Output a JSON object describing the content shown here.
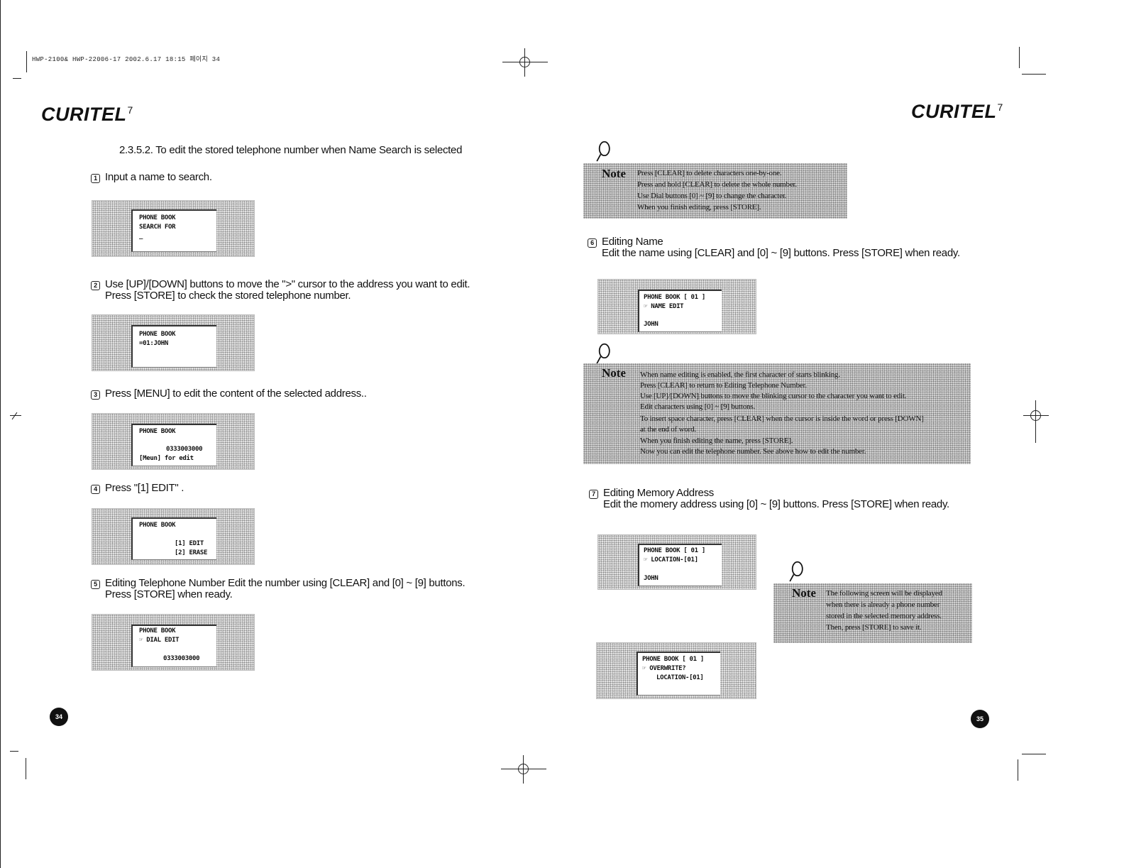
{
  "slug": "HWP-2100& HWP-22006-17  2002.6.17 18:15 페이지 34",
  "brand": {
    "name": "CURITEL",
    "mark": "7"
  },
  "left_page": {
    "heading": "2.3.5.2. To edit the stored telephone number when Name Search  is selected",
    "steps": [
      {
        "num": "1",
        "text": "Input a name to search."
      },
      {
        "num": "2",
        "text": "Use [UP]/[DOWN] buttons to move the \">\" cursor to the address you want to edit.",
        "text2": "Press [STORE] to check the stored telephone number."
      },
      {
        "num": "3",
        "text": "Press [MENU] to edit the content of the selected address.."
      },
      {
        "num": "4",
        "text": "Press \"[1] EDIT\" ."
      },
      {
        "num": "5",
        "text": "Editing Telephone Number Edit the number using [CLEAR] and [0] ~ [9] buttons.",
        "text2": "Press [STORE] when ready."
      }
    ],
    "screens": [
      {
        "lines": [
          "PHONE BOOK",
          "SEARCH FOR",
          "_"
        ]
      },
      {
        "lines": [
          "PHONE BOOK",
          "=01:JOHN"
        ]
      },
      {
        "lines": [
          "PHONE BOOK",
          "0333003000",
          "[Meun] for edit"
        ]
      },
      {
        "lines": [
          "PHONE BOOK",
          "[1] EDIT",
          "[2] ERASE"
        ]
      },
      {
        "lines": [
          "PHONE BOOK",
          "☞ DIAL EDIT",
          "0333003000"
        ]
      }
    ],
    "page_number": "34"
  },
  "right_page": {
    "note1": {
      "title": "Note",
      "lines": [
        "Press [CLEAR] to delete characters one-by-one.",
        "Press and hold [CLEAR] to delete the whole number.",
        "Use Dial buttons [0] ~ [9] to change the character.",
        "When you finish editing, press [STORE]."
      ]
    },
    "step6": {
      "num": "6",
      "text": "Editing Name",
      "text2": "Edit the name using [CLEAR] and [0] ~ [9] buttons. Press [STORE] when ready."
    },
    "screen6": {
      "lines": [
        "PHONE BOOK [ 01 ]",
        "☞ NAME EDIT",
        "JOHN"
      ]
    },
    "note2": {
      "title": "Note",
      "lines": [
        "When name editing is enabled, the first character of starts blinking.",
        "Press [CLEAR] to return to Editing Telephone Number.",
        "Use [UP]/[DOWN] buttons to move the blinking cursor to the character you want to edit.",
        "Edit characters using [0] ~ [9] buttons.",
        "To insert space character, press [CLEAR] when the cursor is inside the word or press [DOWN]",
        "at the end of word.",
        "When you finish editing the name, press [STORE].",
        "Now you can edit the telephone number. See above how to edit the number."
      ]
    },
    "step7": {
      "num": "7",
      "text": "Editing Memory Address",
      "text2": "Edit the momery address using [0] ~ [9] buttons. Press [STORE] when ready."
    },
    "screen7a": {
      "lines": [
        "PHONE BOOK [ 01 ]",
        "☞ LOCATION-[01]",
        "JOHN"
      ]
    },
    "screen7b": {
      "lines": [
        "PHONE BOOK [ 01 ]",
        "☞ OVERWRITE?",
        "LOCATION-[01]"
      ]
    },
    "note3": {
      "title": "Note",
      "lines": [
        "The following screen will be displayed",
        "when there is already a phone number",
        "stored in the selected memory address.",
        "Then, press [STORE] to save it."
      ]
    },
    "page_number": "35"
  }
}
